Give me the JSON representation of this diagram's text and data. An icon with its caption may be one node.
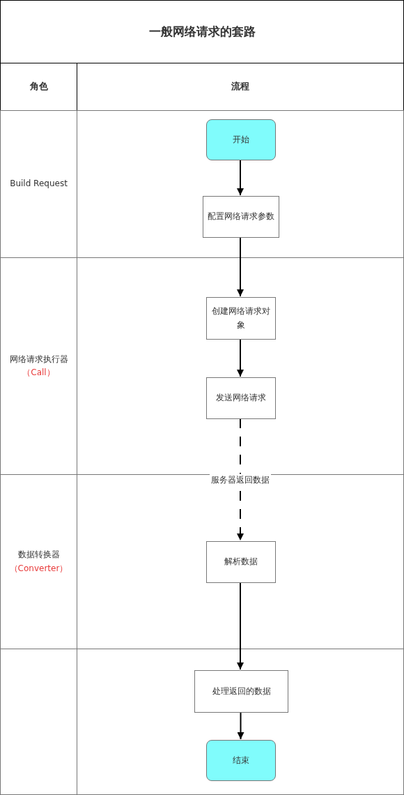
{
  "diagram": {
    "title": "一般网络请求的套路",
    "nodes": [
      {
        "text": [
          "角色"
        ]
      },
      {
        "text": [
          "流程"
        ]
      },
      {
        "text": [
          "Build Request"
        ]
      },
      {
        "text": [],
        "shape": "box"
      },
      {
        "text": [
          "网络请求执行器",
          "（Call）"
        ]
      },
      {
        "text": [],
        "shape": "box"
      },
      {
        "text": [
          "数据转换器",
          "（Converter）"
        ]
      },
      {
        "text": [],
        "shape": "box"
      },
      {
        "text": [],
        "shape": "box"
      },
      {
        "text": [],
        "shape": "box"
      },
      {
        "text": [
          "开始"
        ],
        "in": 3
      },
      {
        "text": [
          "配置网络请求参数"
        ],
        "in": 3
      },
      {
        "text": [
          "创建网络请求对象"
        ],
        "in": 5
      },
      {
        "text": [
          "发送网络请求"
        ],
        "in": 5
      },
      {
        "text": [
          "解析数据"
        ],
        "in": 7
      },
      {
        "text": [
          "处理返回的数据"
        ],
        "in": 9
      },
      {
        "text": [
          "结束"
        ],
        "in": 9
      }
    ],
    "edges": [
      {
        "from": 10,
        "to": 11,
        "arrow": "to"
      },
      {
        "from": 11,
        "to": 12,
        "arrow": "to"
      },
      {
        "from": 12,
        "to": 13,
        "arrow": "to"
      },
      {
        "from": 13,
        "to": 14,
        "arrow": "to",
        "label": "服务器返回数据",
        "style": "dashed"
      },
      {
        "from": 14,
        "to": 15,
        "arrow": "to"
      },
      {
        "from": 15,
        "to": 16,
        "arrow": "to"
      }
    ]
  }
}
